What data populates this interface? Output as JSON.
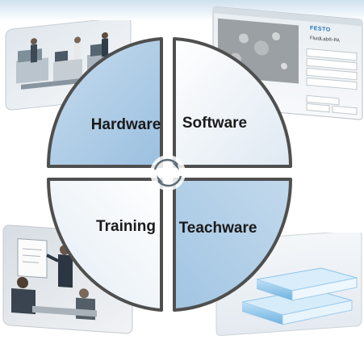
{
  "diagram": {
    "quadrants": [
      {
        "id": "hardware",
        "label": "Hardware"
      },
      {
        "id": "software",
        "label": "Software"
      },
      {
        "id": "training",
        "label": "Training"
      },
      {
        "id": "teachware",
        "label": "Teachware"
      }
    ],
    "cycle_icon": "circular-arrows-icon"
  },
  "software_screen": {
    "logo": "FESTO",
    "product": "FluidLab®-PA",
    "colors": {
      "accent": "#1b73b9"
    }
  },
  "colors": {
    "quadrant_light": "#ffffff",
    "quadrant_blue": "#a9c9e6",
    "border": "#5a5a5a",
    "books": "#8cc3ea"
  }
}
